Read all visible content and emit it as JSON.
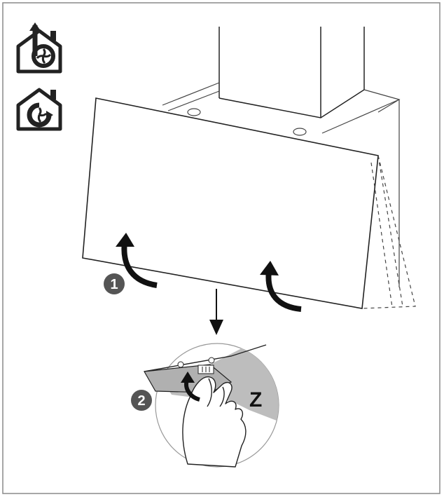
{
  "icons": {
    "ducted_mode": "house-fan-extraction-icon",
    "recirculation_mode": "house-fan-recirculation-icon"
  },
  "steps": {
    "step1": "1",
    "step2": "2"
  },
  "direction_label": "Z",
  "colors": {
    "line": "#222222",
    "step_badge": "#555555",
    "panel_grey": "#b5b5b5",
    "detail_circle": "#bdbdbd"
  }
}
